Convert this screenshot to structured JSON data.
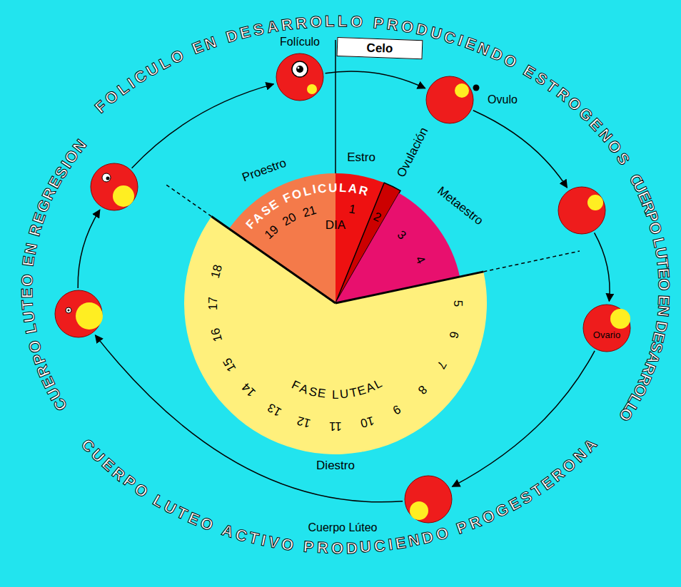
{
  "diagram": {
    "nodes": [
      {
        "text": [
          "Folículo"
        ]
      },
      {
        "text": [
          "Ovulo"
        ]
      },
      {
        "text": []
      },
      {
        "text": [
          "Ovario"
        ]
      },
      {
        "text": [
          "Cuerpo Lúteo"
        ]
      },
      {
        "text": []
      },
      {
        "text": []
      },
      {
        "text": [
          "Celo"
        ]
      }
    ],
    "edges": [
      {
        "from": 6,
        "to": 0,
        "arrow": "to"
      },
      {
        "from": 0,
        "to": 1,
        "arrow": "to"
      },
      {
        "from": 1,
        "to": 2,
        "arrow": "to"
      },
      {
        "from": 2,
        "to": 3,
        "arrow": "to"
      },
      {
        "from": 3,
        "to": 4,
        "arrow": "to"
      },
      {
        "from": 4,
        "to": 5,
        "arrow": "to"
      },
      {
        "from": 5,
        "to": 6,
        "arrow": "to"
      }
    ],
    "labels": [
      "FOLICULO EN DESARROLLO PRODUCIENDO ESTROGENOS",
      "CUERPO LUTEO EN DESARROLLO",
      "CUERPO LUTEO ACTIVO PRODUCIENDO PROGESTERONA",
      "CUERPO LUTEO EN REGRESION",
      "Proestro",
      "Estro",
      "Ovulación",
      "Metaestro",
      "FASE FOLICULAR",
      "DIA",
      "1",
      "2",
      "3",
      "4",
      "5",
      "6",
      "7",
      "8",
      "9",
      "10",
      "11",
      "12",
      "13",
      "14",
      "15",
      "16",
      "17",
      "18",
      "19",
      "20",
      "21",
      "FASE LUTEAL",
      "Diestro"
    ]
  }
}
